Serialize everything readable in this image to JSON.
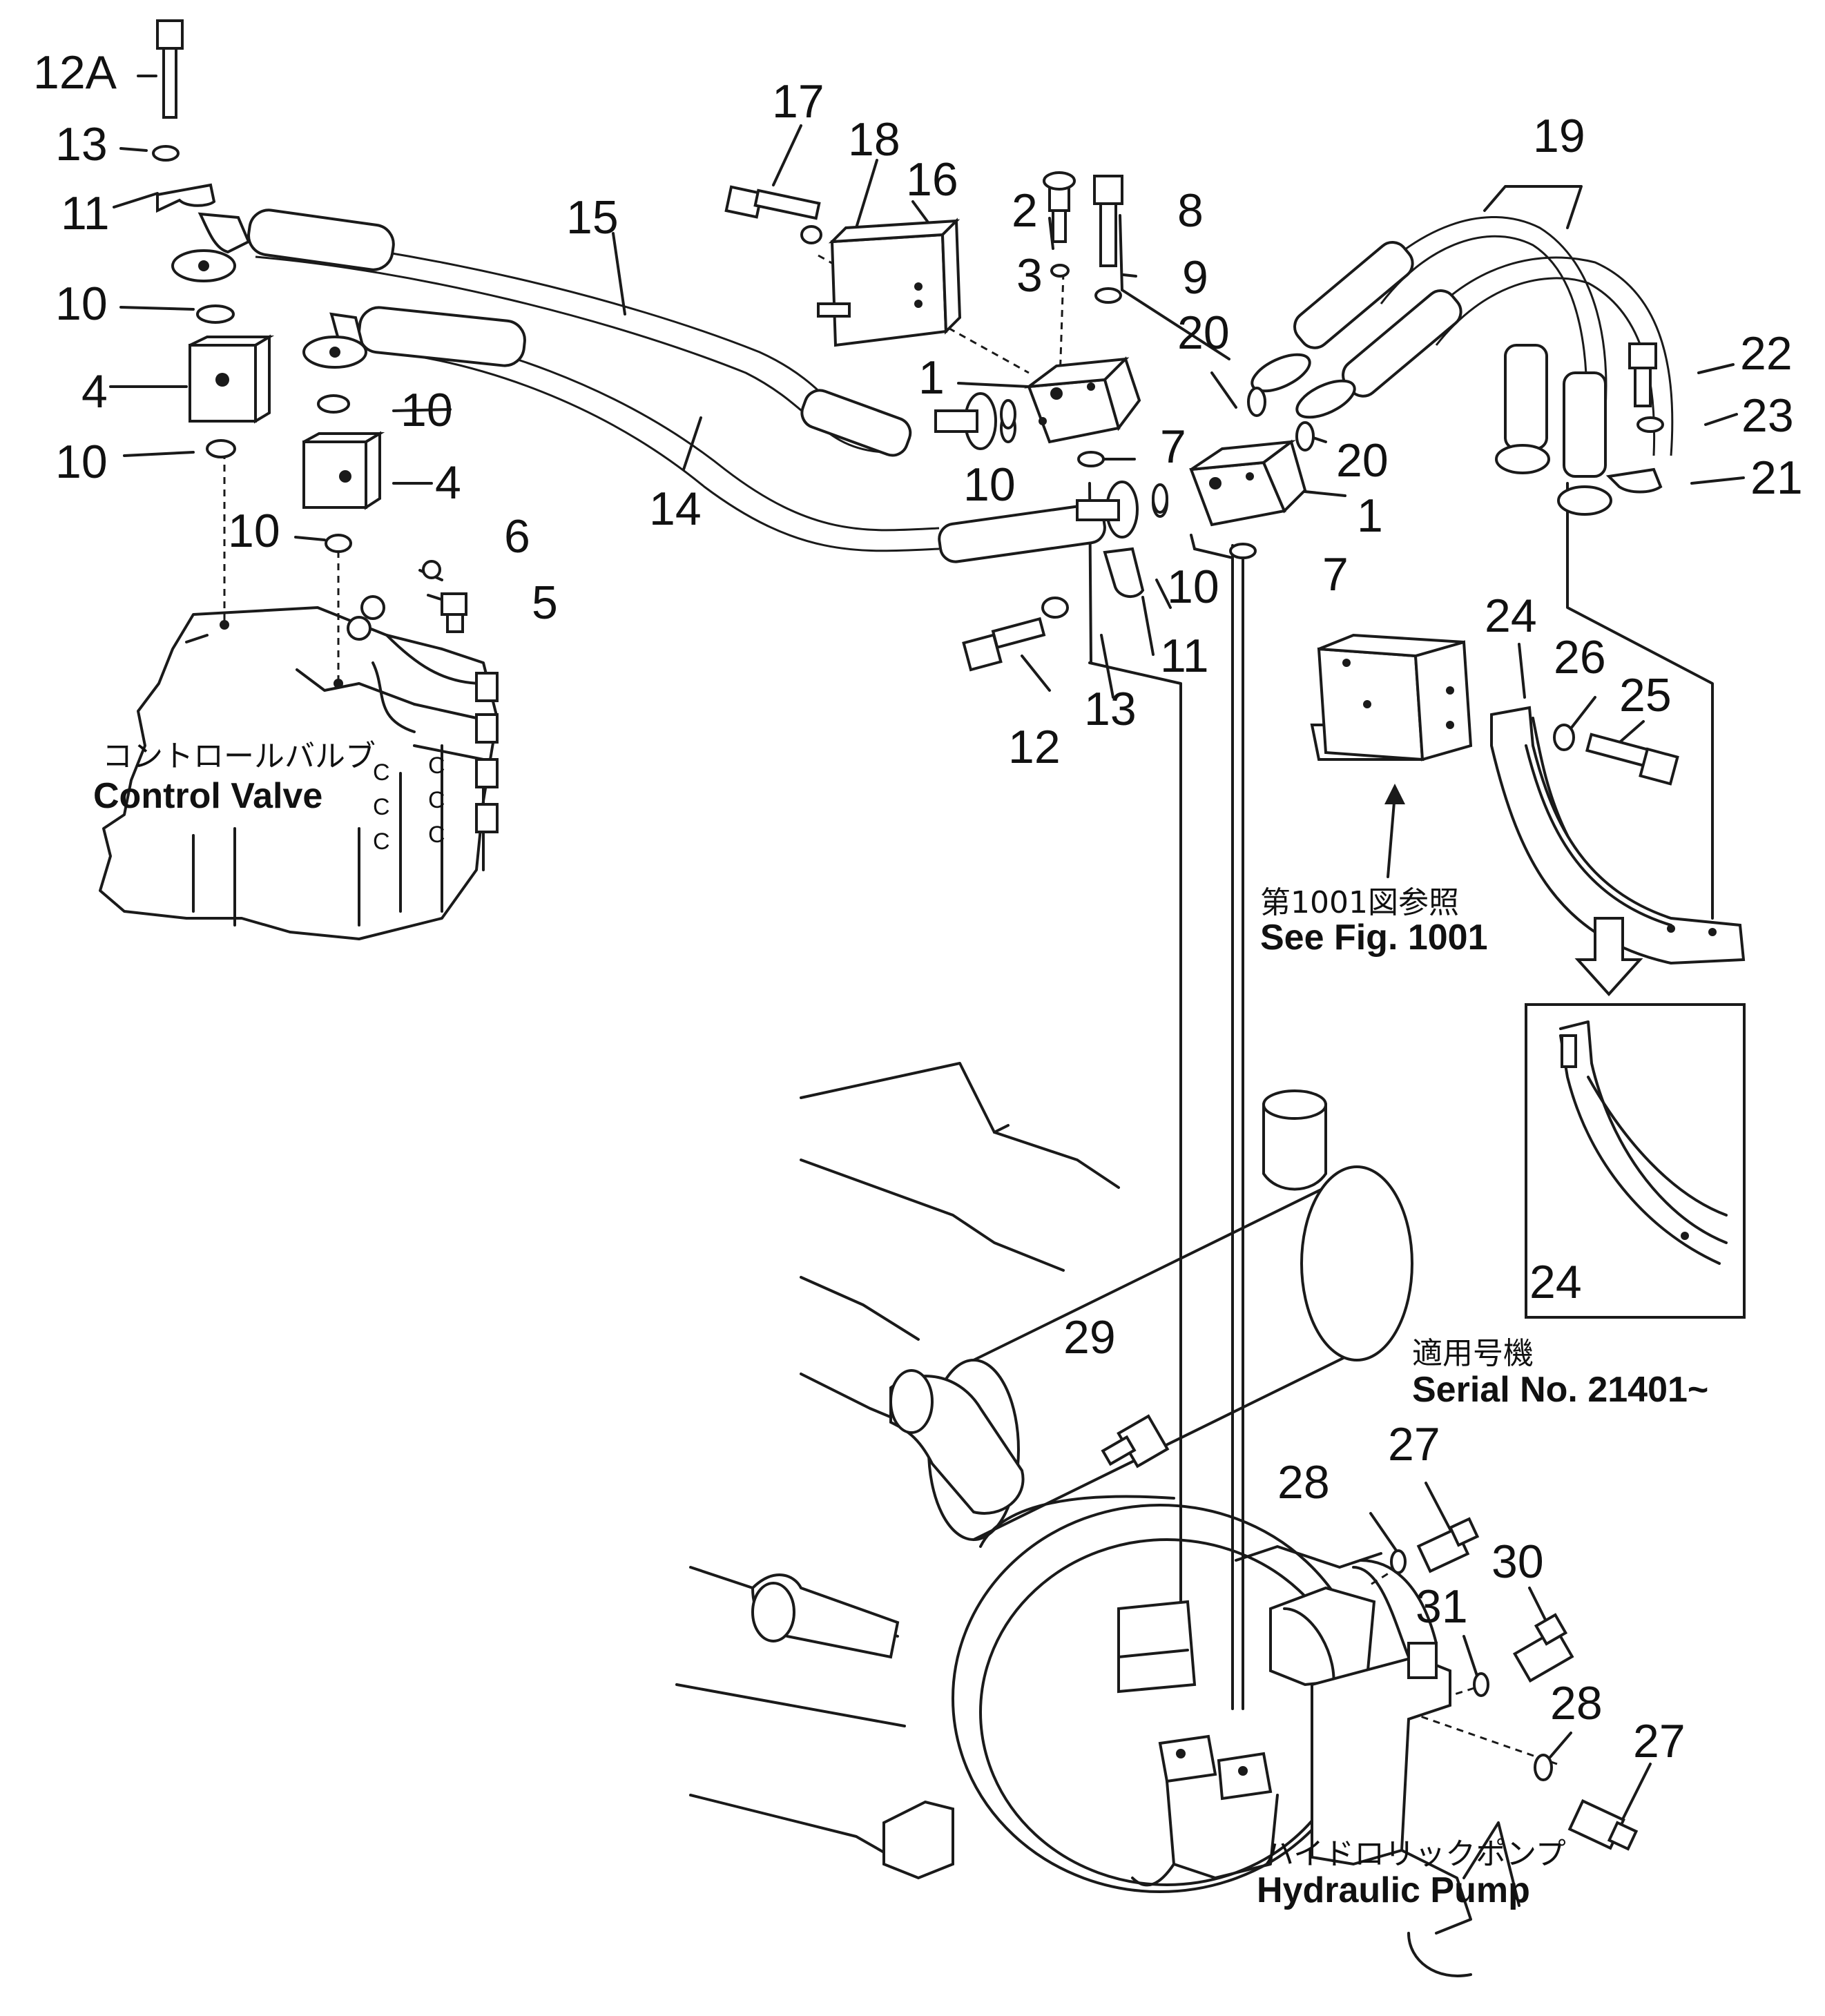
{
  "callouts": [
    {
      "id": "c-12a",
      "text": "12A"
    },
    {
      "id": "c-13a",
      "text": "13"
    },
    {
      "id": "c-11a",
      "text": "11"
    },
    {
      "id": "c-10a",
      "text": "10"
    },
    {
      "id": "c-4a",
      "text": "4"
    },
    {
      "id": "c-10b",
      "text": "10"
    },
    {
      "id": "c-10c",
      "text": "10"
    },
    {
      "id": "c-4b",
      "text": "4"
    },
    {
      "id": "c-10d",
      "text": "10"
    },
    {
      "id": "c-6",
      "text": "6"
    },
    {
      "id": "c-5",
      "text": "5"
    },
    {
      "id": "c-15",
      "text": "15"
    },
    {
      "id": "c-14",
      "text": "14"
    },
    {
      "id": "c-17",
      "text": "17"
    },
    {
      "id": "c-18",
      "text": "18"
    },
    {
      "id": "c-16",
      "text": "16"
    },
    {
      "id": "c-2",
      "text": "2"
    },
    {
      "id": "c-8",
      "text": "8"
    },
    {
      "id": "c-3",
      "text": "3"
    },
    {
      "id": "c-9",
      "text": "9"
    },
    {
      "id": "c-1a",
      "text": "1"
    },
    {
      "id": "c-10e",
      "text": "10"
    },
    {
      "id": "c-7a",
      "text": "7"
    },
    {
      "id": "c-20a",
      "text": "20"
    },
    {
      "id": "c-20b",
      "text": "20"
    },
    {
      "id": "c-1b",
      "text": "1"
    },
    {
      "id": "c-10f",
      "text": "10"
    },
    {
      "id": "c-7b",
      "text": "7"
    },
    {
      "id": "c-11b",
      "text": "11"
    },
    {
      "id": "c-12",
      "text": "12"
    },
    {
      "id": "c-13b",
      "text": "13"
    },
    {
      "id": "c-19",
      "text": "19"
    },
    {
      "id": "c-22",
      "text": "22"
    },
    {
      "id": "c-23",
      "text": "23"
    },
    {
      "id": "c-21",
      "text": "21"
    },
    {
      "id": "c-24a",
      "text": "24"
    },
    {
      "id": "c-26",
      "text": "26"
    },
    {
      "id": "c-25",
      "text": "25"
    },
    {
      "id": "c-24b",
      "text": "24"
    },
    {
      "id": "c-29",
      "text": "29"
    },
    {
      "id": "c-27a",
      "text": "27"
    },
    {
      "id": "c-28a",
      "text": "28"
    },
    {
      "id": "c-30",
      "text": "30"
    },
    {
      "id": "c-31",
      "text": "31"
    },
    {
      "id": "c-28b",
      "text": "28"
    },
    {
      "id": "c-27b",
      "text": "27"
    }
  ],
  "captions": {
    "control_valve_jp": "コントロールバルブ",
    "control_valve_en": "Control  Valve",
    "see_fig_jp": "第1001図参照",
    "see_fig_en": "See  Fig.  1001",
    "serial_jp": "適用号機",
    "serial_en": "Serial  No.  21401~",
    "pump_jp": "ハイドロリックポンプ",
    "pump_en": "Hydraulic  Pump"
  }
}
